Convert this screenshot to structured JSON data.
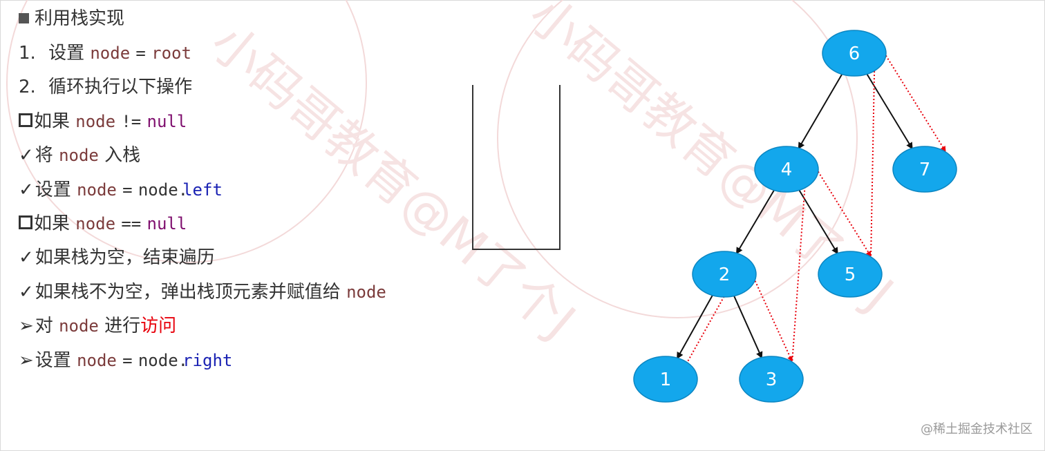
{
  "title": "利用栈实现",
  "steps": [
    {
      "marker": "1.",
      "text": "设置",
      "code": "node",
      "op": "=",
      "value": "root"
    },
    {
      "marker": "2.",
      "text": "循环执行以下操作"
    }
  ],
  "cond_not_null": {
    "text": "如果",
    "code": "node",
    "op": "!=",
    "value": "null"
  },
  "push": {
    "text": "将",
    "code": "node",
    "text2": "入栈"
  },
  "go_left": {
    "text": "设置",
    "code": "node",
    "op": "=",
    "obj": "node.",
    "field": "left"
  },
  "cond_null": {
    "text": "如果",
    "code": "node",
    "op": "==",
    "value": "null"
  },
  "stack_empty": {
    "text": "如果栈为空，结束遍历"
  },
  "stack_not_empty": {
    "text": "如果栈不为空，弹出栈顶元素并赋值给",
    "code": "node"
  },
  "visit": {
    "text": "对",
    "code": "node",
    "text2": "进行",
    "highlight": "访问"
  },
  "go_right": {
    "text": "设置",
    "code": "node",
    "op": "=",
    "obj": "node.",
    "field": "right"
  },
  "icons": {
    "title": "square-bullet-icon",
    "cond": "hollow-square-icon",
    "check": "check-icon",
    "arrow": "arrow-bullet-icon"
  },
  "colors": {
    "node_fill": "#13a7ec",
    "node_stroke": "#0b86c2",
    "edge": "#111111",
    "trace": "#e8000b"
  },
  "tree": {
    "nodes": [
      {
        "id": "6",
        "label": "6"
      },
      {
        "id": "4",
        "label": "4"
      },
      {
        "id": "7",
        "label": "7"
      },
      {
        "id": "2",
        "label": "2"
      },
      {
        "id": "5",
        "label": "5"
      },
      {
        "id": "1",
        "label": "1"
      },
      {
        "id": "3",
        "label": "3"
      }
    ],
    "edges": [
      [
        "6",
        "4"
      ],
      [
        "6",
        "7"
      ],
      [
        "4",
        "2"
      ],
      [
        "4",
        "5"
      ],
      [
        "2",
        "1"
      ],
      [
        "2",
        "3"
      ]
    ],
    "trace": [
      [
        "1",
        "2"
      ],
      [
        "2",
        "3"
      ],
      [
        "3",
        "4"
      ],
      [
        "4",
        "5"
      ],
      [
        "5",
        "6"
      ],
      [
        "6",
        "7"
      ]
    ]
  },
  "credit": "@稀土掘金技术社区",
  "watermark": "小码哥教育@M了个J"
}
